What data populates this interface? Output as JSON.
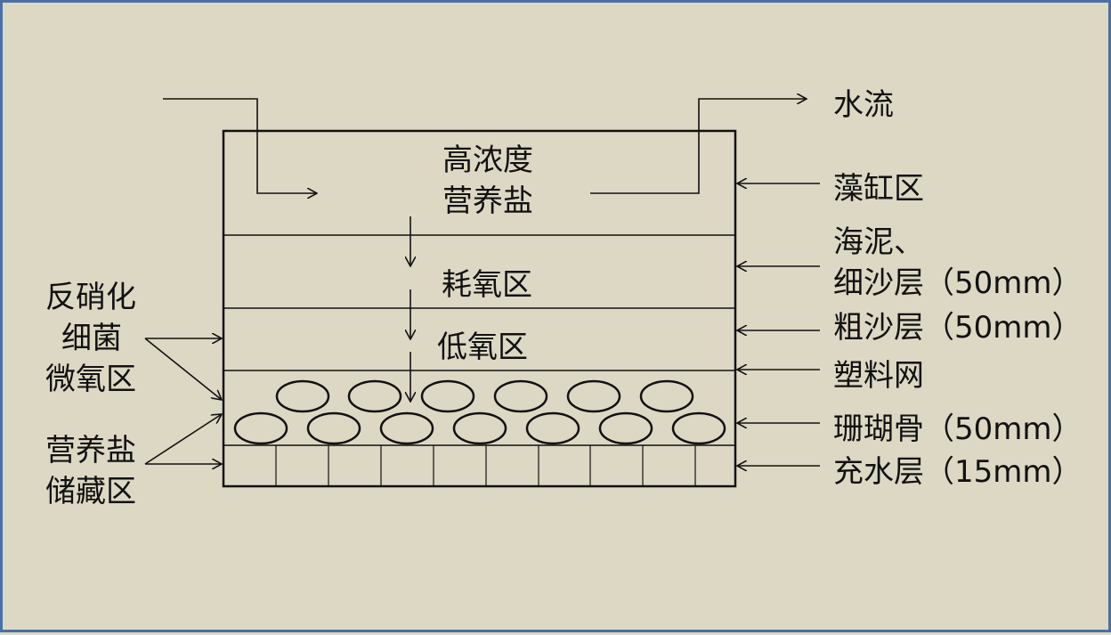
{
  "labels": {
    "water_flow": "水流",
    "nutrient_top_line1": "高浓度",
    "nutrient_top_line2": "营养盐",
    "anoxic_consume": "耗氧区",
    "low_oxygen": "低氧区",
    "denitrify_line1": "反硝化",
    "denitrify_line2": "细菌",
    "denitrify_line3": "微氧区",
    "storage_line1": "营养盐",
    "storage_line2": "储藏区",
    "algae_zone": "藻缸区",
    "mud_line1": "海泥、",
    "mud_line2": "细沙层（50mm）",
    "coarse_sand": "粗沙层（50mm）",
    "plastic_net": "塑料网",
    "coral_bone": "珊瑚骨（50mm）",
    "water_layer": "充水层（15mm）"
  },
  "colors": {
    "background": "#ddd8c4",
    "frame": "#4a6fa3",
    "line": "#111111"
  }
}
